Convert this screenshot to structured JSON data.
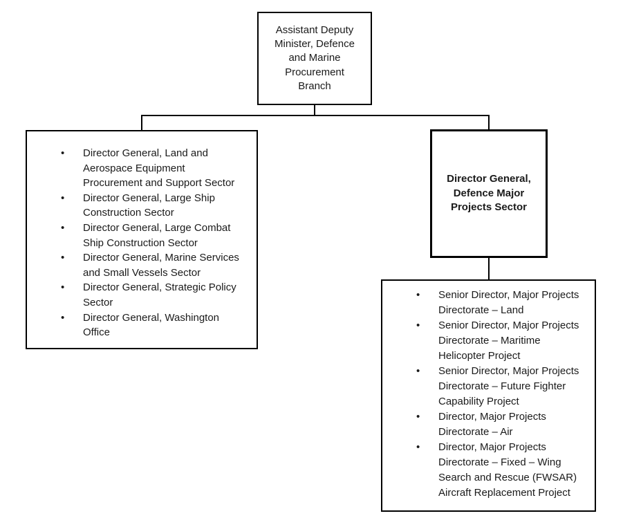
{
  "org_chart": {
    "root": {
      "label": "Assistant Deputy Minister, Defence and Marine Procurement Branch"
    },
    "dg_list": {
      "items": [
        "Director General, Land and Aerospace Equipment Procurement and Support Sector",
        "Director General, Large Ship Construction Sector",
        "Director General, Large Combat Ship Construction Sector",
        "Director General, Marine Services and Small Vessels Sector",
        "Director General, Strategic Policy Sector",
        "Director General, Washington Office"
      ]
    },
    "dg_major_projects": {
      "label": "Director General, Defence Major Projects Sector"
    },
    "major_projects_list": {
      "items": [
        "Senior Director, Major Projects Directorate – Land",
        "Senior Director, Major Projects Directorate – Maritime Helicopter Project",
        "Senior Director, Major Projects Directorate – Future Fighter Capability Project",
        "Director, Major Projects Directorate – Air",
        "Director, Major Projects Directorate – Fixed – Wing Search and Rescue (FWSAR) Aircraft Replacement Project"
      ]
    },
    "bullet_glyph": "•",
    "colors": {
      "border": "#000000",
      "connector": "#000000",
      "text": "#1a1a1a",
      "background": "#ffffff"
    }
  }
}
